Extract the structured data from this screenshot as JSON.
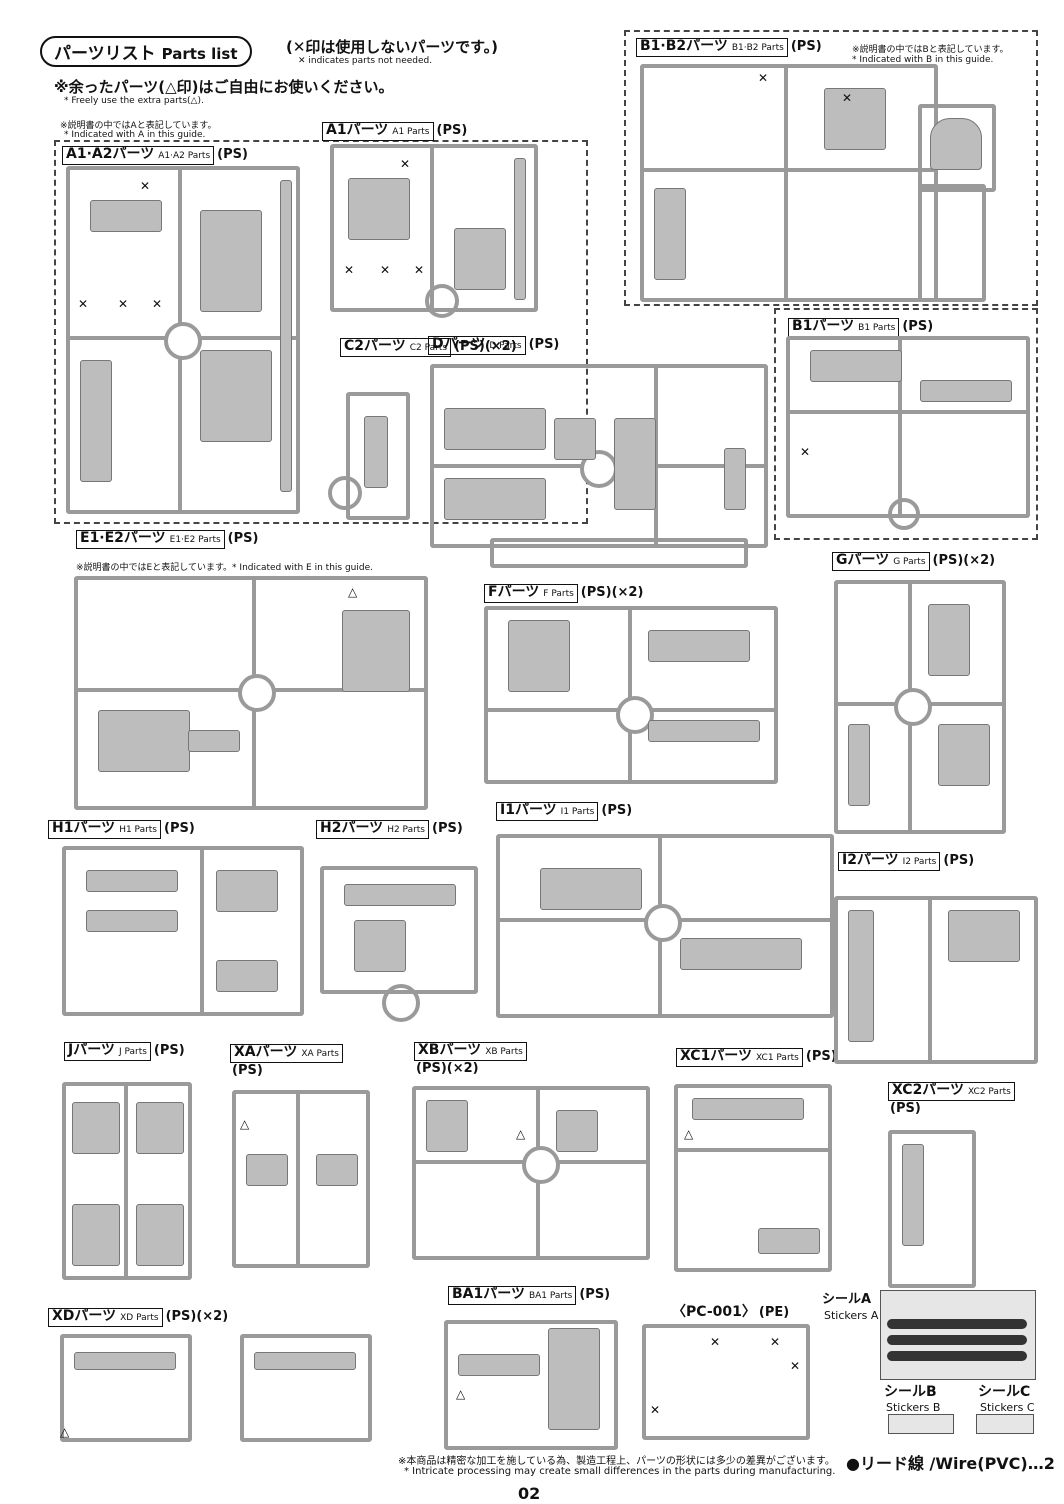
{
  "header": {
    "title_jp": "パーツリスト",
    "title_en": "Parts list",
    "x_note_jp": "(✕印は使用しないパーツです。)",
    "x_note_en": "✕ indicates parts not needed.",
    "tri_note_jp": "※余ったパーツ(△印)はご自由にお使いください。",
    "tri_note_en": "* Freely use the extra parts(△).",
    "a_note_jp": "※説明書の中ではAと表記しています。",
    "a_note_en": "* Indicated with A in this guide.",
    "b_note_jp": "※説明書の中ではBと表記しています。",
    "b_note_en": "* Indicated with B in this guide.",
    "e_note": "※説明書の中ではEと表記しています。* Indicated with E in this guide."
  },
  "marks": {
    "cross": "✕",
    "triangle": "△",
    "dot": "●"
  },
  "sections": [
    {
      "id": "a1a2",
      "jp": "A1·A2パーツ",
      "en": "A1·A2 Parts",
      "tag": "(PS)"
    },
    {
      "id": "a1",
      "jp": "A1パーツ",
      "en": "A1 Parts",
      "tag": "(PS)"
    },
    {
      "id": "b1b2",
      "jp": "B1·B2パーツ",
      "en": "B1·B2 Parts",
      "tag": "(PS)"
    },
    {
      "id": "c2",
      "jp": "C2パーツ",
      "en": "C2 Parts",
      "tag": "(PS)(×2)"
    },
    {
      "id": "d",
      "jp": "Dパーツ",
      "en": "D Parts",
      "tag": "(PS)"
    },
    {
      "id": "b1",
      "jp": "B1パーツ",
      "en": "B1 Parts",
      "tag": "(PS)"
    },
    {
      "id": "e1e2",
      "jp": "E1·E2パーツ",
      "en": "E1·E2 Parts",
      "tag": "(PS)"
    },
    {
      "id": "f",
      "jp": "Fパーツ",
      "en": "F Parts",
      "tag": "(PS)(×2)"
    },
    {
      "id": "g",
      "jp": "Gパーツ",
      "en": "G Parts",
      "tag": "(PS)(×2)"
    },
    {
      "id": "h1",
      "jp": "H1パーツ",
      "en": "H1 Parts",
      "tag": "(PS)"
    },
    {
      "id": "h2",
      "jp": "H2パーツ",
      "en": "H2 Parts",
      "tag": "(PS)"
    },
    {
      "id": "i1",
      "jp": "I1パーツ",
      "en": "I1 Parts",
      "tag": "(PS)"
    },
    {
      "id": "i2",
      "jp": "I2パーツ",
      "en": "I2 Parts",
      "tag": "(PS)"
    },
    {
      "id": "j",
      "jp": "Jパーツ",
      "en": "J Parts",
      "tag": "(PS)"
    },
    {
      "id": "xa",
      "jp": "XAパーツ",
      "en": "XA Parts",
      "tag": "(PS)"
    },
    {
      "id": "xb",
      "jp": "XBパーツ",
      "en": "XB Parts",
      "tag": "(PS)(×2)"
    },
    {
      "id": "xc1",
      "jp": "XC1パーツ",
      "en": "XC1 Parts",
      "tag": "(PS)"
    },
    {
      "id": "xc2",
      "jp": "XC2パーツ",
      "en": "XC2 Parts",
      "tag": "(PS)"
    },
    {
      "id": "xd",
      "jp": "XDパーツ",
      "en": "XD Parts",
      "tag": "(PS)(×2)"
    },
    {
      "id": "ba1",
      "jp": "BA1パーツ",
      "en": "BA1 Parts",
      "tag": "(PS)"
    },
    {
      "id": "pc001",
      "jp": "〈PC-001〉",
      "en": "",
      "tag": "(PE)"
    }
  ],
  "stickers": {
    "a_jp": "シールA",
    "a_en": "Stickers A",
    "b_jp": "シールB",
    "b_en": "Stickers B",
    "c_jp": "シールC",
    "c_en": "Stickers C"
  },
  "wire": "●リード線 /Wire(PVC)…2",
  "footer": {
    "jp": "※本商品は精密な加工を施している為、製造工程上、パーツの形状には多少の差異がございます。",
    "en": "* Intricate processing may create small differences in the parts during manufacturing."
  },
  "page_number": "02"
}
